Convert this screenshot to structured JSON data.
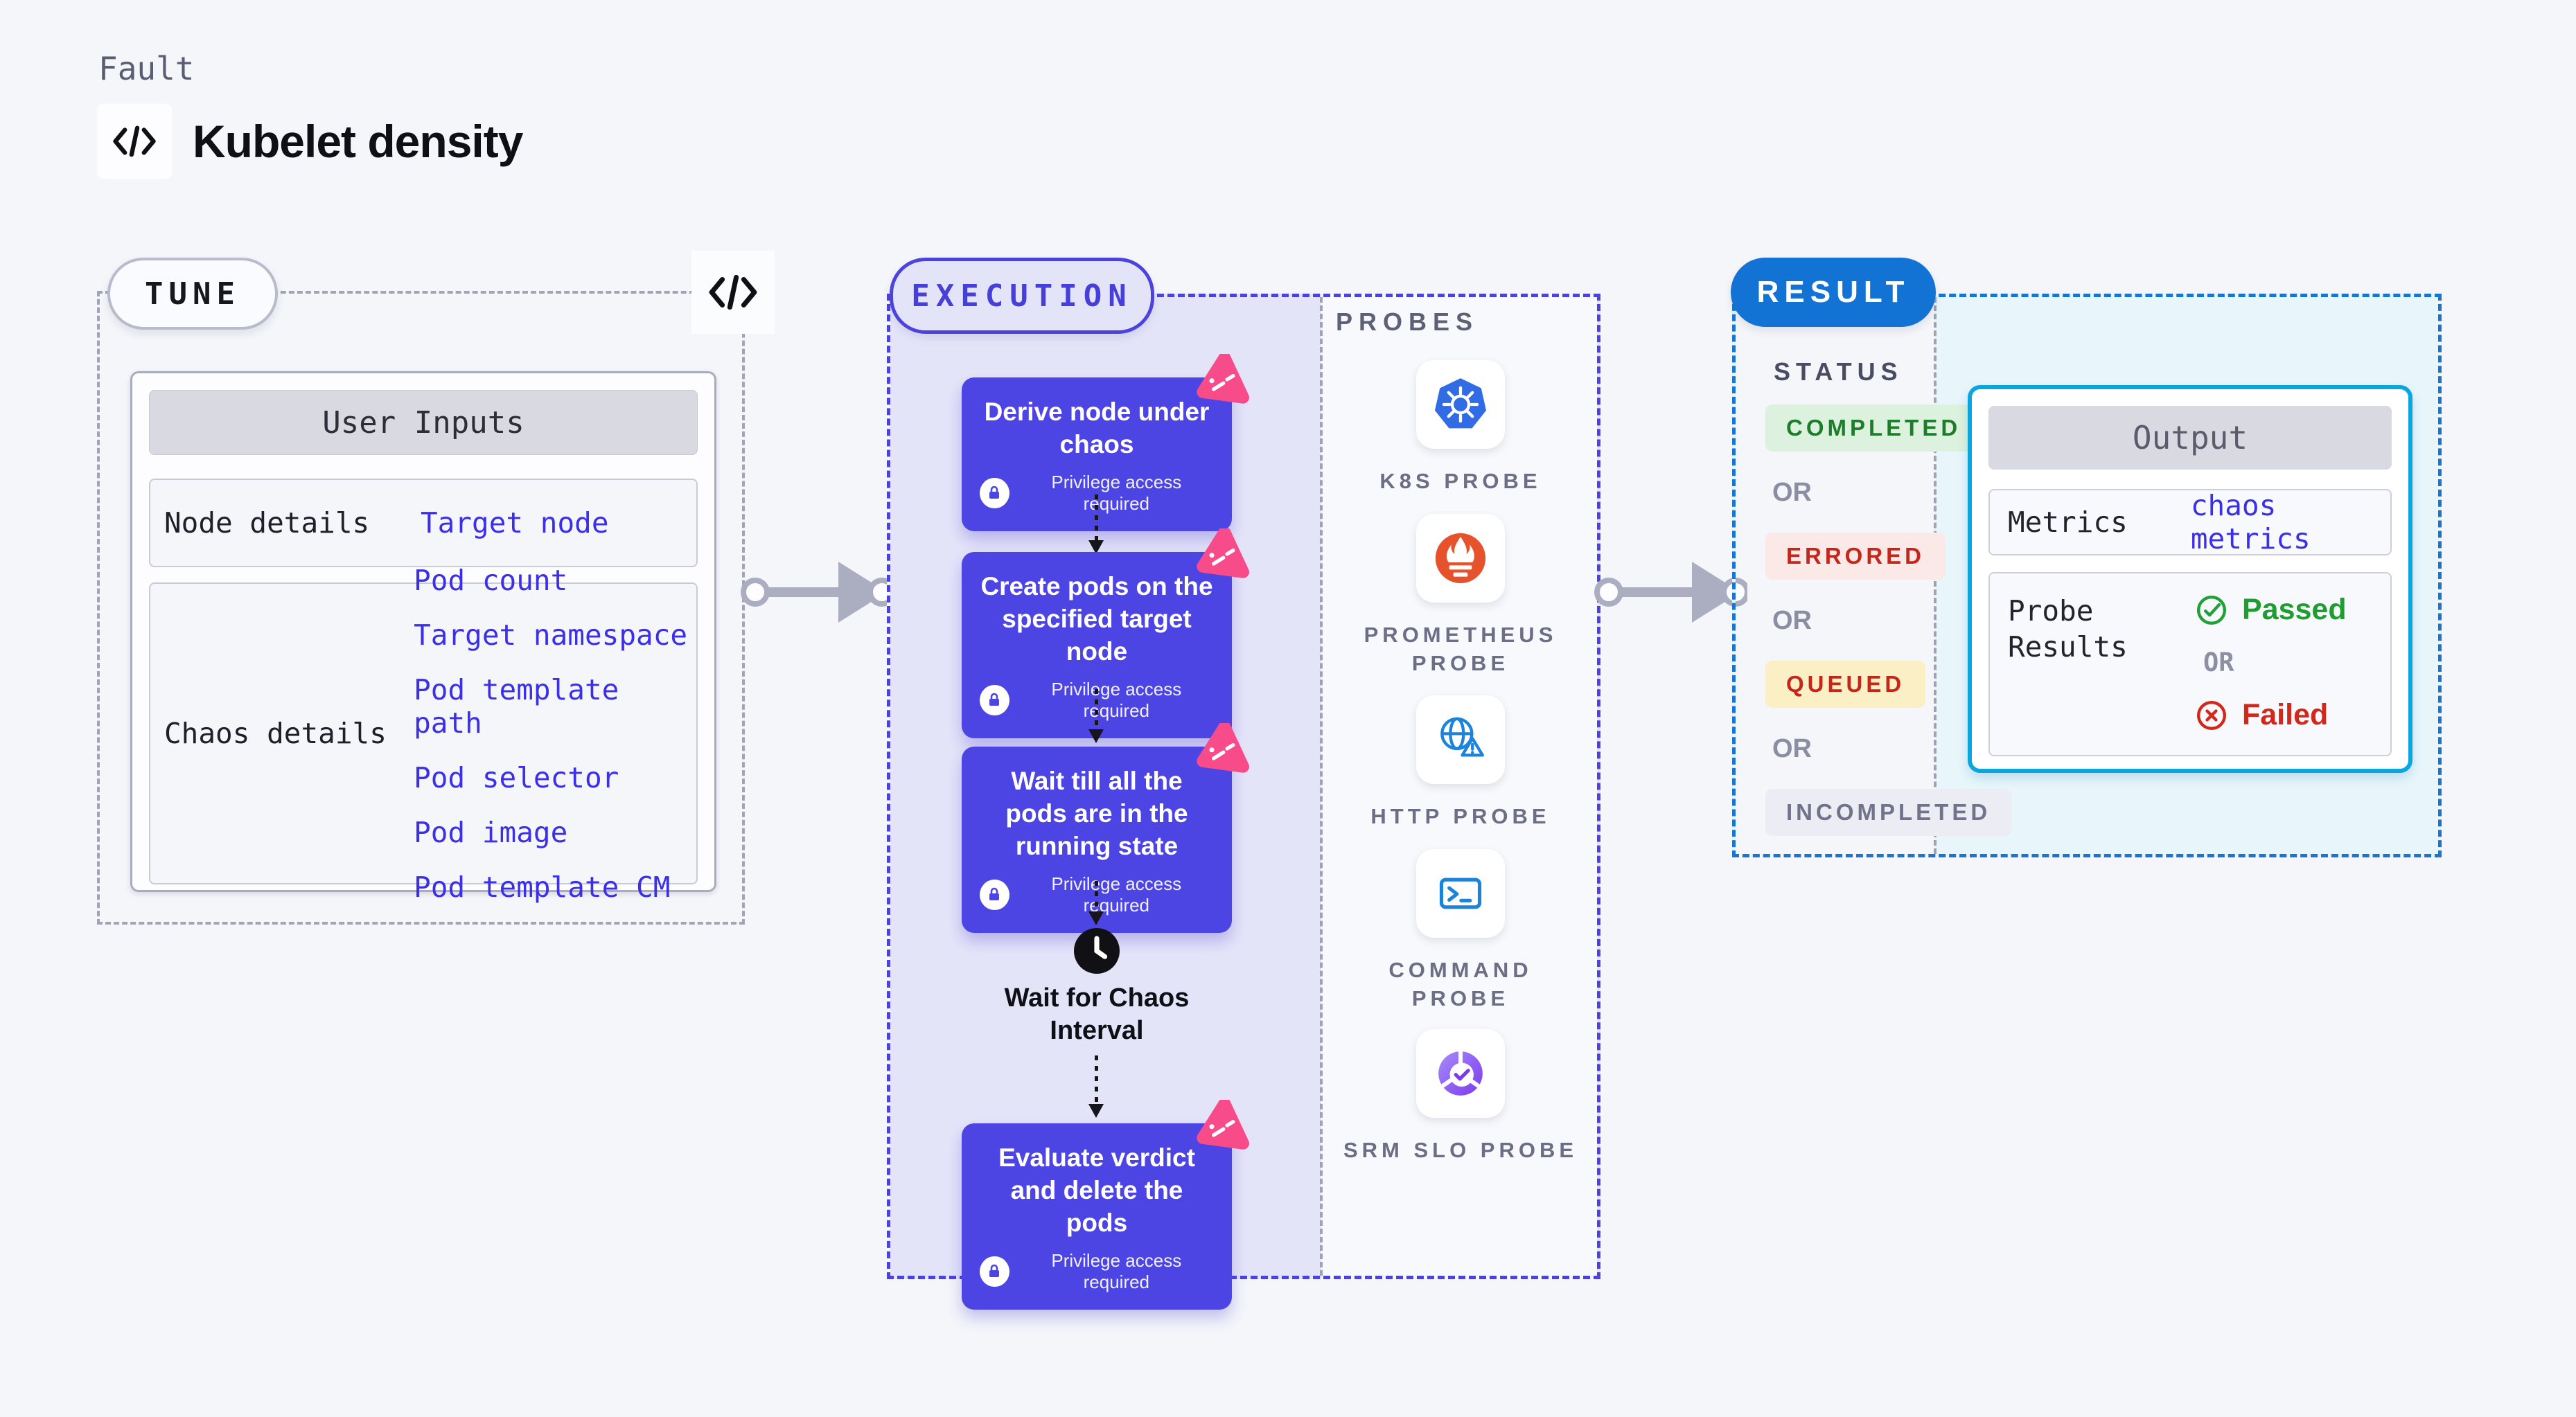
{
  "page": {
    "kicker": "Fault",
    "title": "Kubelet density"
  },
  "tune": {
    "label": "TUNE",
    "user_inputs": {
      "header": "User Inputs",
      "rows": [
        {
          "label": "Node details",
          "values": [
            "Target node"
          ]
        },
        {
          "label": "Chaos details",
          "values": [
            "Pod count",
            "Target namespace",
            "Pod template path",
            "Pod selector",
            "Pod image",
            "Pod template CM"
          ]
        }
      ]
    }
  },
  "execution": {
    "label": "EXECUTION",
    "steps": [
      {
        "title": "Derive node under chaos",
        "badge": "Privilege access required"
      },
      {
        "title": "Create pods on the specified target node",
        "badge": "Privilege access required"
      },
      {
        "title": "Wait till all the pods are in the running state",
        "badge": "Privilege access required"
      },
      {
        "title": "Evaluate verdict and delete the pods",
        "badge": "Privilege access required"
      }
    ],
    "wait_label": "Wait for Chaos Interval"
  },
  "probes": {
    "label": "PROBES",
    "items": [
      {
        "name": "K8S PROBE",
        "icon": "kubernetes-icon"
      },
      {
        "name": "PROMETHEUS PROBE",
        "icon": "prometheus-icon"
      },
      {
        "name": "HTTP PROBE",
        "icon": "globe-warning-icon"
      },
      {
        "name": "COMMAND PROBE",
        "icon": "terminal-icon"
      },
      {
        "name": "SRM SLO PROBE",
        "icon": "slo-donut-check-icon"
      }
    ]
  },
  "result": {
    "label": "RESULT",
    "status_heading": "STATUS",
    "or_label": "OR",
    "statuses": [
      {
        "label": "COMPLETED",
        "bg": "#DDF2DE",
        "fg": "#1E7D2C"
      },
      {
        "label": "ERRORED",
        "bg": "#FBE9E7",
        "fg": "#C3271B"
      },
      {
        "label": "QUEUED",
        "bg": "#FAEFC5",
        "fg": "#C3271B"
      },
      {
        "label": "INCOMPLETED",
        "bg": "#EBECF4",
        "fg": "#70738A"
      }
    ],
    "output": {
      "header": "Output",
      "metrics_label": "Metrics",
      "metrics_value": "chaos metrics",
      "probe_results_label": "Probe Results",
      "passed_label": "Passed",
      "or_label": "OR",
      "failed_label": "Failed"
    }
  },
  "colors": {
    "page_bg": "#F4F6FA",
    "node_indigo": "#4D45E3",
    "execution_accent": "#4B43DC",
    "execution_bg": "#E4E4F9",
    "result_accent": "#1273D4",
    "output_border": "#0AA6E0",
    "output_bg": "#E8F6FB",
    "value_blue": "#3C2FE8",
    "chaos_pink": "#F84B8A",
    "arrow_gray": "#ABAEC0",
    "passed_green": "#1F9D30",
    "failed_red": "#D2281C"
  }
}
